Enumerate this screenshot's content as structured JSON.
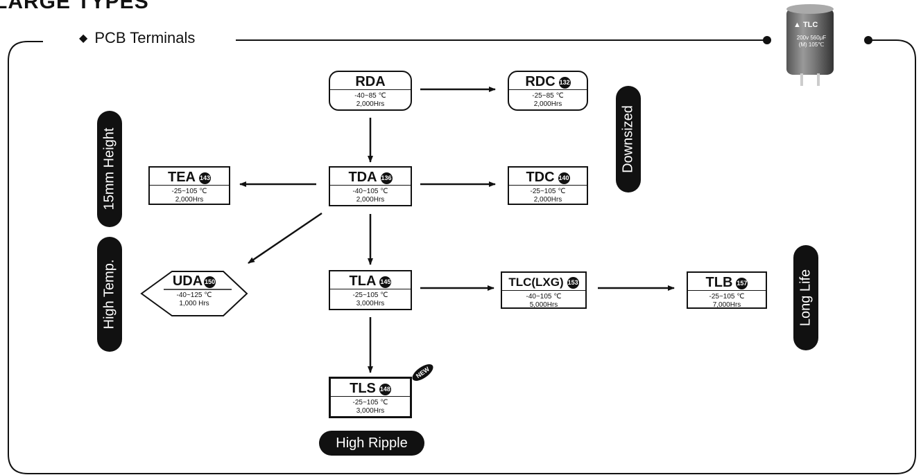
{
  "page_title": "LARGE TYPES",
  "section_label": "PCB Terminals",
  "capacitor_photo": {
    "brand": "TLC",
    "line1": "200v 560μF",
    "line2": "(M) 105℃"
  },
  "nodes": {
    "rda": {
      "name": "RDA",
      "page": "",
      "temp": "-40~85 ℃",
      "life": "2,000Hrs"
    },
    "rdc": {
      "name": "RDC",
      "page": "132",
      "temp": "-25~85 ℃",
      "life": "2,000Hrs"
    },
    "tea": {
      "name": "TEA",
      "page": "143",
      "temp": "-25~105 ℃",
      "life": "2,000Hrs"
    },
    "tda": {
      "name": "TDA",
      "page": "136",
      "temp": "-40~105 ℃",
      "life": "2,000Hrs"
    },
    "tdc": {
      "name": "TDC",
      "page": "140",
      "temp": "-25~105 ℃",
      "life": "2,000Hrs"
    },
    "uda": {
      "name": "UDA",
      "page": "150",
      "temp": "-40~125 ℃",
      "life": "1,000 Hrs"
    },
    "tla": {
      "name": "TLA",
      "page": "145",
      "temp": "-25~105 ℃",
      "life": "3,000Hrs"
    },
    "tlc": {
      "name": "TLC(LXG)",
      "page": "153",
      "temp": "-40~105 ℃",
      "life": "5,000Hrs"
    },
    "tlb": {
      "name": "TLB",
      "page": "157",
      "temp": "-25~105 ℃",
      "life": "7,000Hrs"
    },
    "tls": {
      "name": "TLS",
      "page": "148",
      "temp": "-25~105 ℃",
      "life": "3,000Hrs"
    }
  },
  "labels": {
    "height15": "15mm Height",
    "high_temp": "High Temp.",
    "downsized": "Downsized",
    "long_life": "Long Life",
    "high_ripple": "High Ripple",
    "new_tag": "NEW"
  },
  "colors": {
    "ink": "#111111",
    "background": "#ffffff"
  }
}
